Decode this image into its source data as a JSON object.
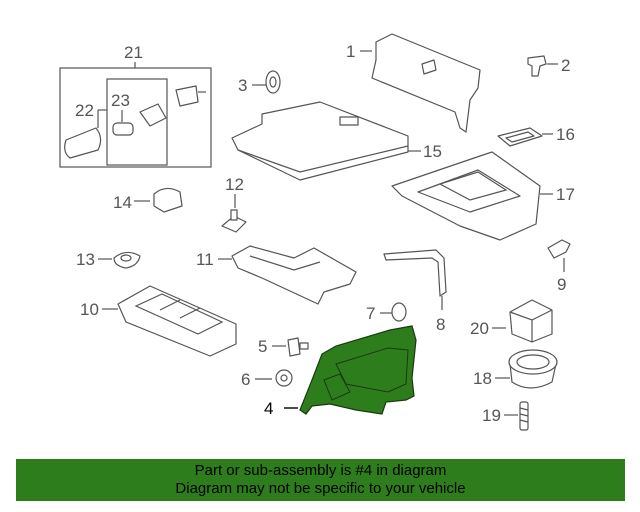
{
  "callouts": {
    "c1": "1",
    "c2": "2",
    "c3": "3",
    "c4": "4",
    "c5": "5",
    "c6": "6",
    "c7": "7",
    "c8": "8",
    "c9": "9",
    "c10": "10",
    "c11": "11",
    "c12": "12",
    "c13": "13",
    "c14": "14",
    "c15": "15",
    "c16": "16",
    "c17": "17",
    "c18": "18",
    "c19": "19",
    "c20": "20",
    "c21": "21",
    "c22": "22",
    "c23": "23"
  },
  "highlight": {
    "part": "4",
    "color": "#2e7d1c"
  },
  "banner": {
    "line1": "Part or sub-assembly is #4 in diagram",
    "line2": "Diagram may not be specific to your vehicle"
  }
}
